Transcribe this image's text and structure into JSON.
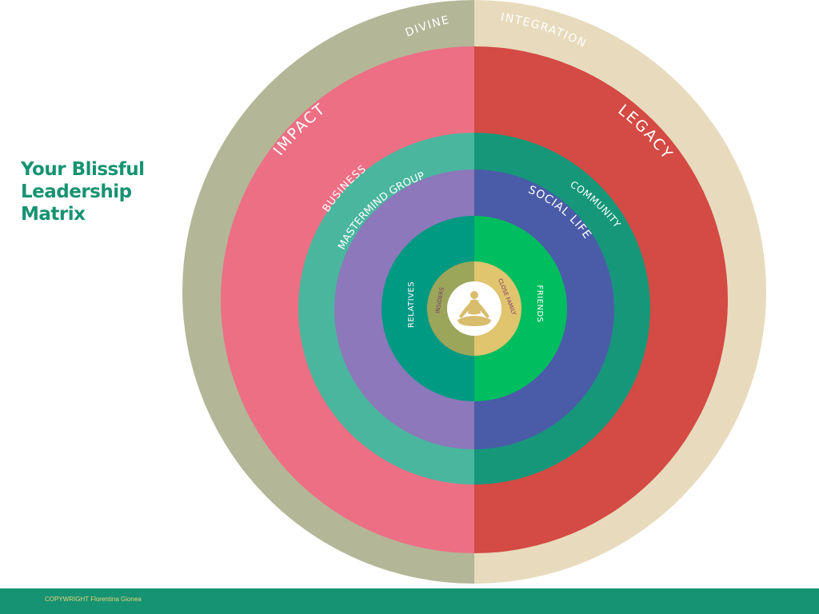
{
  "title": {
    "lines": [
      "Your Blissful",
      "Leadership",
      "Matrix"
    ],
    "color": "#169372"
  },
  "rings": {
    "divine": {
      "label": "DIVINE",
      "color": "#b3b797"
    },
    "integration": {
      "label": "INTEGRATION",
      "color": "#e8dbbd"
    },
    "impact": {
      "label": "IMPACT",
      "color": "#ec6f84"
    },
    "legacy": {
      "label": "LEGACY",
      "color": "#d44a44"
    },
    "business": {
      "label": "BUSINESS",
      "color": "#4ab69e"
    },
    "community": {
      "label": "COMMUNITY",
      "color": "#17977a"
    },
    "mastermind": {
      "label": "MASTERMIND GROUP",
      "color": "#8c78bb"
    },
    "social_life": {
      "label": "SOCIAL LIFE",
      "color": "#4a5ca8"
    },
    "relatives": {
      "label": "RELATIVES",
      "color": "#009982"
    },
    "friends": {
      "label": "FRIENDS",
      "color": "#00bd5f"
    },
    "insiders": {
      "label": "INSIDERS",
      "color": "#9ca65a",
      "text_color": "#7a3a6a"
    },
    "close_family": {
      "label": "CLOSE FAMILY",
      "color": "#e0c46e",
      "text_color": "#7a3a6a"
    }
  },
  "center_icon": {
    "name": "meditation-icon",
    "color": "#d8bd6e"
  },
  "footer": {
    "copyright": "COPYWRIGHT Florentina Gionea",
    "background": "#169372",
    "text_color": "#e8d27a"
  }
}
